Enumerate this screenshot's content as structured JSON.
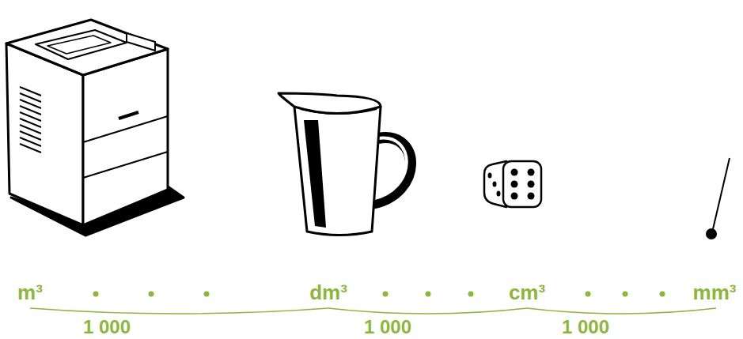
{
  "diagram": {
    "labels": [
      "m³",
      "dm³",
      "cm³",
      "mm³",
      "1 000",
      "1 000",
      "1 000"
    ]
  }
}
